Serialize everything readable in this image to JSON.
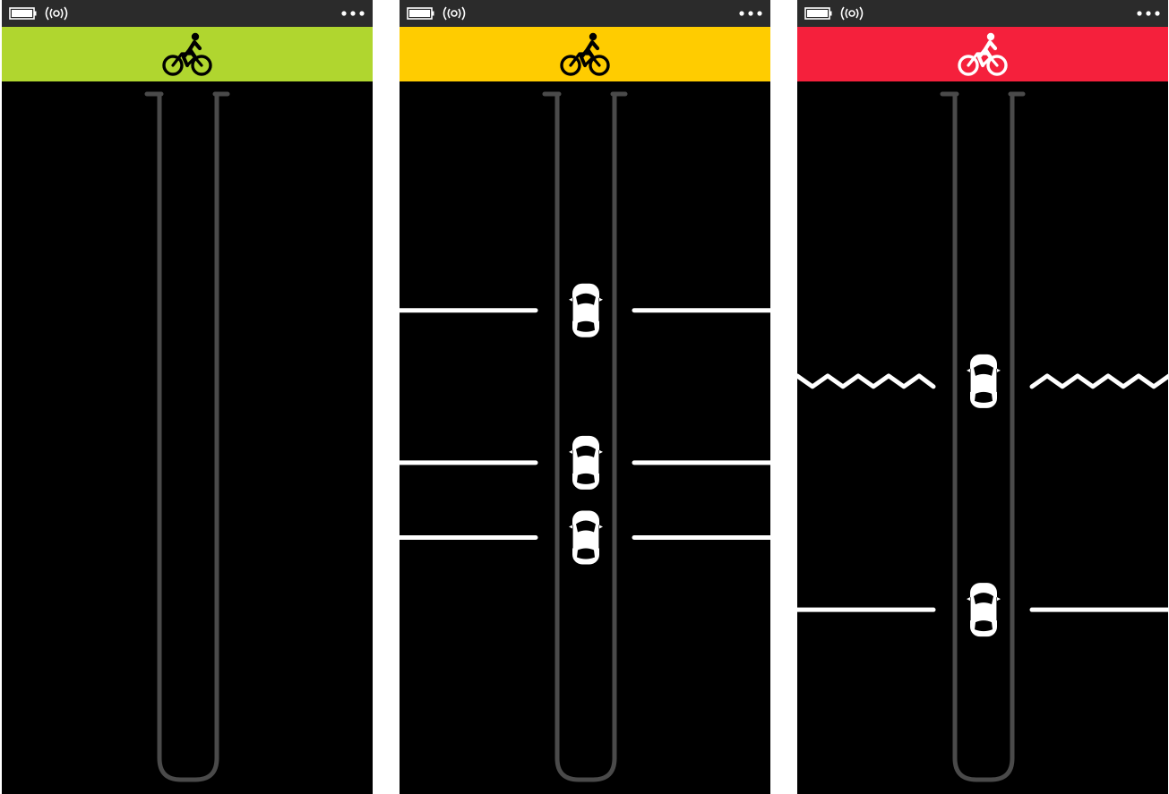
{
  "colors": {
    "status_bar_bg": "#2b2b2b",
    "screen_bg": "#000000",
    "track_stroke": "#4a4a4a",
    "marker_white": "#ffffff"
  },
  "icons": {
    "battery": "battery-icon",
    "radar": "radar-signal-icon",
    "menu": "more-options-icon",
    "bicycle": "bicycle-rider-icon",
    "vehicle": "car-top-view-icon"
  },
  "panels": [
    {
      "id": "clear",
      "alert_color": "#b0d62f",
      "bike_color": "#000000",
      "vehicles": []
    },
    {
      "id": "caution",
      "alert_color": "#ffcc00",
      "bike_color": "#000000",
      "vehicles": [
        {
          "distance_fraction": 0.305,
          "threat": "normal"
        },
        {
          "distance_fraction": 0.535,
          "threat": "normal"
        },
        {
          "distance_fraction": 0.648,
          "threat": "normal"
        }
      ]
    },
    {
      "id": "danger",
      "alert_color": "#f5203c",
      "bike_color": "#ffffff",
      "vehicles": [
        {
          "distance_fraction": 0.412,
          "threat": "fast"
        },
        {
          "distance_fraction": 0.757,
          "threat": "normal"
        }
      ]
    }
  ]
}
